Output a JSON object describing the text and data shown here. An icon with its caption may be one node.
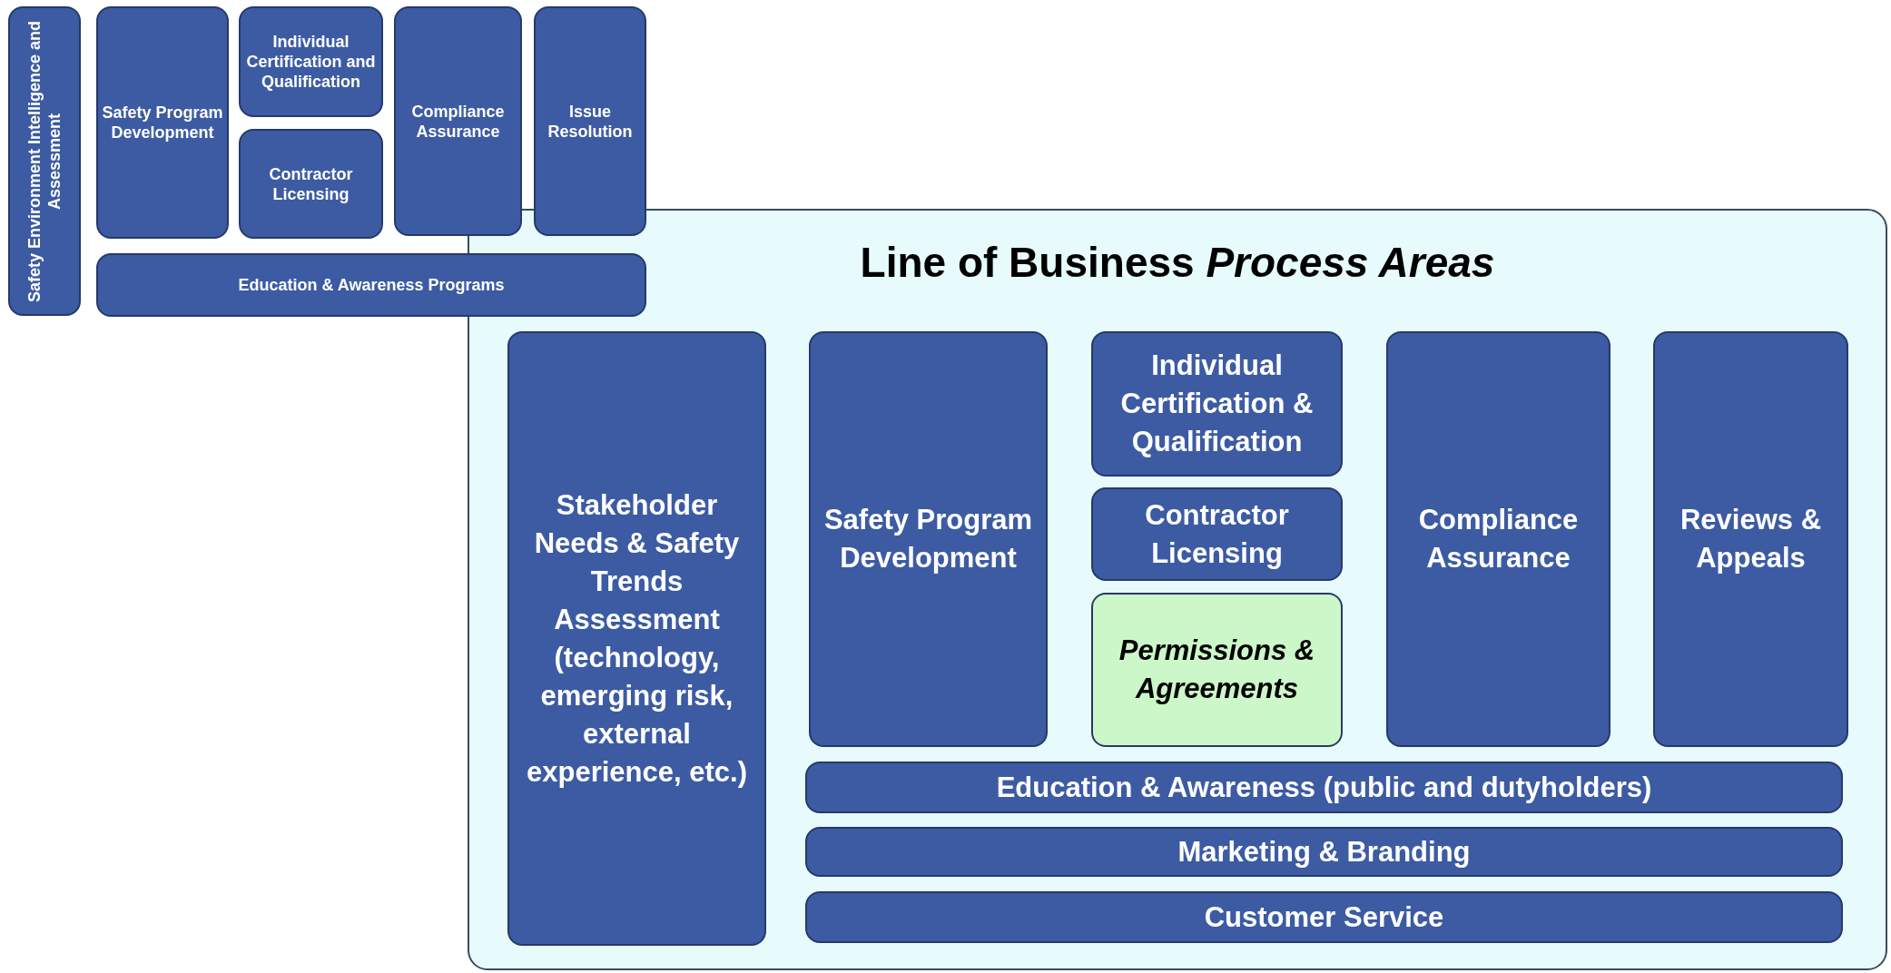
{
  "diagram": {
    "nodes": [
      {
        "text": [
          "Safety Environment Intelligence and Assessment"
        ]
      },
      {
        "text": [
          "Safety Program Development"
        ]
      },
      {
        "text": [
          "Individual Certification and Qualification"
        ]
      },
      {
        "text": [
          "Contractor Licensing"
        ]
      },
      {
        "text": [
          "Compliance Assurance"
        ]
      },
      {
        "text": [
          "Issue Resolution"
        ]
      },
      {
        "text": [
          "Education & Awareness Programs"
        ]
      },
      {
        "text": [
          "Line of Business *Process Areas*"
        ]
      },
      {
        "text": [
          "Stakeholder Needs & Safety Trends Assessment (technology, emerging risk, external experience, etc.)"
        ],
        "in": 7
      },
      {
        "text": [
          "Safety Program Development"
        ],
        "in": 7
      },
      {
        "text": [
          "Individual Certification & Qualification"
        ],
        "in": 7
      },
      {
        "text": [
          "Contractor Licensing"
        ],
        "in": 7
      },
      {
        "text": [
          "Permissions & Agreements"
        ],
        "in": 7
      },
      {
        "text": [
          "Compliance Assurance"
        ],
        "in": 7
      },
      {
        "text": [
          "Reviews & Appeals"
        ],
        "in": 7
      },
      {
        "text": [
          "Education & Awareness (public and dutyholders)"
        ],
        "in": 7
      },
      {
        "text": [
          "Marketing & Branding"
        ],
        "in": 7
      },
      {
        "text": [
          "Customer Service"
        ],
        "in": 7
      }
    ]
  }
}
